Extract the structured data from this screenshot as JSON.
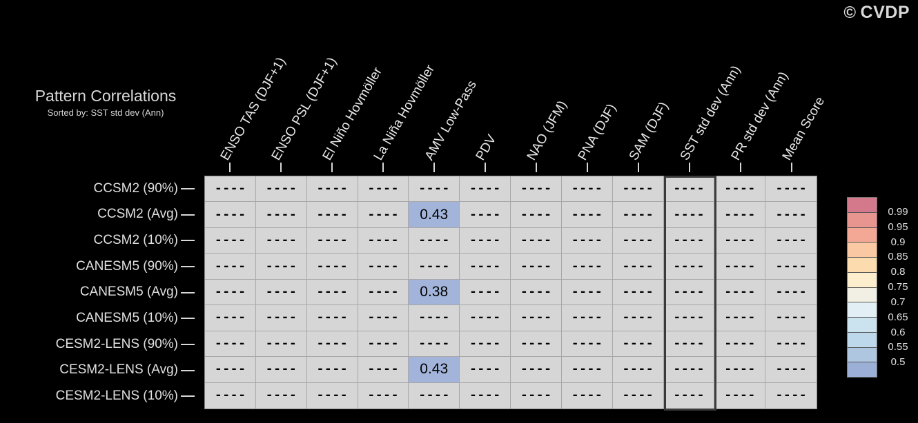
{
  "watermark": {
    "symbol": "©",
    "text": "CVDP"
  },
  "title": {
    "main": "Pattern Correlations",
    "subtitle": "Sorted by: SST std dev (Ann)"
  },
  "columns": [
    {
      "label": "ENSO TAS (DJF+1)"
    },
    {
      "label": "ENSO PSL (DJF+1)"
    },
    {
      "label": "El Niño Hovmöller"
    },
    {
      "label": "La Niña Hovmöller"
    },
    {
      "label": "AMV Low-Pass"
    },
    {
      "label": "PDV"
    },
    {
      "label": "NAO (JFM)"
    },
    {
      "label": "PNA (DJF)"
    },
    {
      "label": "SAM (DJF)"
    },
    {
      "label": "SST std dev (Ann)"
    },
    {
      "label": "PR std dev (Ann)"
    },
    {
      "label": "Mean Score"
    }
  ],
  "highlighted_column_index": 9,
  "rows": [
    {
      "label": "CCSM2 (90%)"
    },
    {
      "label": "CCSM2 (Avg)"
    },
    {
      "label": "CCSM2 (10%)"
    },
    {
      "label": "CANESM5 (90%)"
    },
    {
      "label": "CANESM5 (Avg)"
    },
    {
      "label": "CANESM5 (10%)"
    },
    {
      "label": "CESM2-LENS (90%)"
    },
    {
      "label": "CESM2-LENS (Avg)"
    },
    {
      "label": "CESM2-LENS (10%)"
    }
  ],
  "missing_token": "----",
  "cells": [
    [
      "----",
      "----",
      "----",
      "----",
      "----",
      "----",
      "----",
      "----",
      "----",
      "----",
      "----",
      "----"
    ],
    [
      "----",
      "----",
      "----",
      "----",
      "0.43",
      "----",
      "----",
      "----",
      "----",
      "----",
      "----",
      "----"
    ],
    [
      "----",
      "----",
      "----",
      "----",
      "----",
      "----",
      "----",
      "----",
      "----",
      "----",
      "----",
      "----"
    ],
    [
      "----",
      "----",
      "----",
      "----",
      "----",
      "----",
      "----",
      "----",
      "----",
      "----",
      "----",
      "----"
    ],
    [
      "----",
      "----",
      "----",
      "----",
      "0.38",
      "----",
      "----",
      "----",
      "----",
      "----",
      "----",
      "----"
    ],
    [
      "----",
      "----",
      "----",
      "----",
      "----",
      "----",
      "----",
      "----",
      "----",
      "----",
      "----",
      "----"
    ],
    [
      "----",
      "----",
      "----",
      "----",
      "----",
      "----",
      "----",
      "----",
      "----",
      "----",
      "----",
      "----"
    ],
    [
      "----",
      "----",
      "----",
      "----",
      "0.43",
      "----",
      "----",
      "----",
      "----",
      "----",
      "----",
      "----"
    ],
    [
      "----",
      "----",
      "----",
      "----",
      "----",
      "----",
      "----",
      "----",
      "----",
      "----",
      "----",
      "----"
    ]
  ],
  "cell_colors": [
    [
      null,
      null,
      null,
      null,
      null,
      null,
      null,
      null,
      null,
      null,
      null,
      null
    ],
    [
      null,
      null,
      null,
      null,
      "#a3b4da",
      null,
      null,
      null,
      null,
      null,
      null,
      null
    ],
    [
      null,
      null,
      null,
      null,
      null,
      null,
      null,
      null,
      null,
      null,
      null,
      null
    ],
    [
      null,
      null,
      null,
      null,
      null,
      null,
      null,
      null,
      null,
      null,
      null,
      null
    ],
    [
      null,
      null,
      null,
      null,
      "#a3b4da",
      null,
      null,
      null,
      null,
      null,
      null,
      null
    ],
    [
      null,
      null,
      null,
      null,
      null,
      null,
      null,
      null,
      null,
      null,
      null,
      null
    ],
    [
      null,
      null,
      null,
      null,
      null,
      null,
      null,
      null,
      null,
      null,
      null,
      null
    ],
    [
      null,
      null,
      null,
      null,
      "#a3b4da",
      null,
      null,
      null,
      null,
      null,
      null,
      null
    ],
    [
      null,
      null,
      null,
      null,
      null,
      null,
      null,
      null,
      null,
      null,
      null,
      null
    ]
  ],
  "colorbar": {
    "bands": [
      "#d4798c",
      "#e89590",
      "#f2a894",
      "#fac9a4",
      "#fcdcae",
      "#fdeecd",
      "#f2f0e4",
      "#e2eff5",
      "#cbe3ee",
      "#bcd8ea",
      "#aec6e0",
      "#9cafd6"
    ],
    "labels": [
      "0.99",
      "0.95",
      "0.9",
      "0.85",
      "0.8",
      "0.75",
      "0.7",
      "0.65",
      "0.6",
      "0.55",
      "0.5"
    ]
  },
  "theme": {
    "background": "#000000",
    "cell_background": "#d6d6d6",
    "cell_border": "#a8a8a8",
    "text": "#e0e0e0",
    "highlight_border": "#3a3a3a"
  }
}
